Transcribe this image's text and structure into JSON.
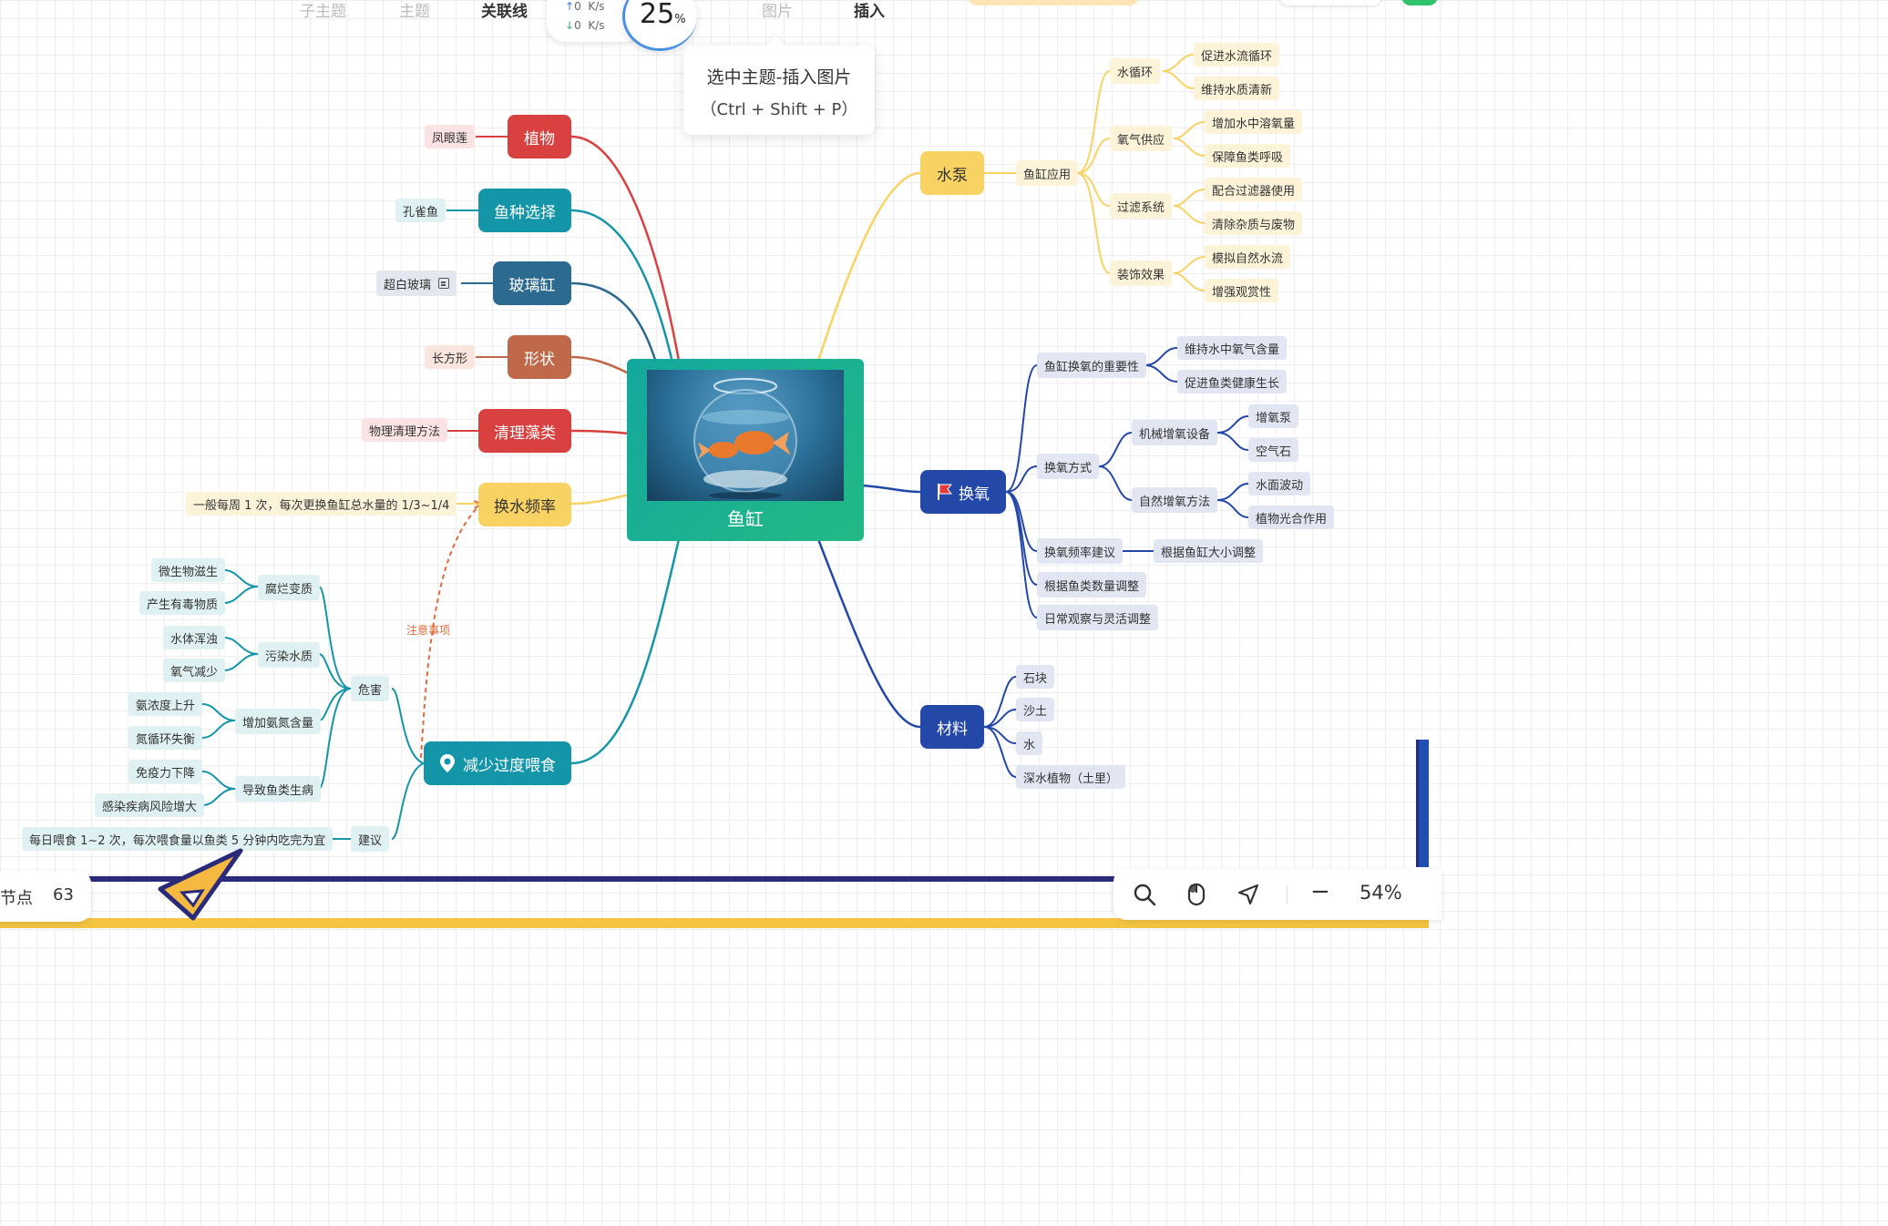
{
  "toolbar": {
    "items": [
      {
        "label": "子主题",
        "style": "faded"
      },
      {
        "label": "主题",
        "style": "faded"
      },
      {
        "label": "关联线",
        "style": "dark"
      },
      {
        "label": "图片",
        "style": "faded"
      },
      {
        "label": "插入",
        "style": "dark"
      }
    ]
  },
  "net": {
    "up": "0",
    "down": "0",
    "unit": "K/s"
  },
  "progress": {
    "value": "25",
    "unit": "%"
  },
  "tooltip": {
    "title": "选中主题-插入图片",
    "keys": "（Ctrl + Shift + P）"
  },
  "center": {
    "title": "鱼缸"
  },
  "left": {
    "plant": {
      "label": "植物",
      "leaf": "凤眼莲",
      "color": "#d94141"
    },
    "fish": {
      "label": "鱼种选择",
      "leaf": "孔雀鱼",
      "color": "#1495a8"
    },
    "glass": {
      "label": "玻璃缸",
      "leaf": "超白玻璃",
      "color": "#2d6a8f"
    },
    "shape": {
      "label": "形状",
      "leaf": "长方形",
      "color": "#c0694a"
    },
    "algae": {
      "label": "清理藻类",
      "leaf": "物理清理方法",
      "color": "#d94141"
    },
    "water": {
      "label": "换水频率",
      "leaf": "一般每周 1 次，每次更换鱼缸总水量的 1/3~1/4",
      "color": "#f8d262"
    },
    "feed": {
      "label": "减少过度喂食",
      "color": "#1495a8",
      "harm": {
        "label": "危害",
        "groups": [
          {
            "label": "腐烂变质",
            "leaves": [
              "微生物滋生",
              "产生有毒物质"
            ]
          },
          {
            "label": "污染水质",
            "leaves": [
              "水体浑浊",
              "氧气减少"
            ]
          },
          {
            "label": "增加氨氮含量",
            "leaves": [
              "氨浓度上升",
              "氮循环失衡"
            ]
          },
          {
            "label": "导致鱼类生病",
            "leaves": [
              "免疫力下降",
              "感染疾病风险增大"
            ]
          }
        ]
      },
      "advice": {
        "label": "建议",
        "leaf": "每日喂食 1~2 次，每次喂食量以鱼类 5 分钟内吃完为宜"
      }
    },
    "relation_label": "注意事项"
  },
  "right": {
    "pump": {
      "label": "水泵",
      "color": "#f8d262",
      "sub": "鱼缸应用",
      "groups": [
        {
          "label": "水循环",
          "leaves": [
            "促进水流循环",
            "维持水质清新"
          ]
        },
        {
          "label": "氧气供应",
          "leaves": [
            "增加水中溶氧量",
            "保障鱼类呼吸"
          ]
        },
        {
          "label": "过滤系统",
          "leaves": [
            "配合过滤器使用",
            "清除杂质与废物"
          ]
        },
        {
          "label": "装饰效果",
          "leaves": [
            "模拟自然水流",
            "增强观赏性"
          ]
        }
      ]
    },
    "oxygen": {
      "label": "换氧",
      "color": "#2348a8",
      "importance": {
        "label": "鱼缸换氧的重要性",
        "leaves": [
          "维持水中氧气含量",
          "促进鱼类健康生长"
        ]
      },
      "method": {
        "label": "换氧方式",
        "groups": [
          {
            "label": "机械增氧设备",
            "leaves": [
              "增氧泵",
              "空气石"
            ]
          },
          {
            "label": "自然增氧方法",
            "leaves": [
              "水面波动",
              "植物光合作用"
            ]
          }
        ]
      },
      "freq": {
        "label": "换氧频率建议",
        "leaf": "根据鱼缸大小调整"
      },
      "count": {
        "label": "根据鱼类数量调整"
      },
      "observe": {
        "label": "日常观察与灵活调整"
      }
    },
    "material": {
      "label": "材料",
      "color": "#2348a8",
      "leaves": [
        "石块",
        "沙土",
        "水",
        "深水植物（土里）"
      ]
    }
  },
  "status": {
    "nodes_label": "节点",
    "nodes_count": "63",
    "zoom": "54%"
  },
  "colors": {
    "red_leaf_bg": "#fbe3e3",
    "teal_leaf_bg": "#dff1f3",
    "blue_leaf_bg": "#e3e8f0",
    "orange_leaf_bg": "#f8e6de",
    "yellow_leaf_bg": "#fdf3d9",
    "navy_leaf_bg": "#e2e6f3"
  }
}
